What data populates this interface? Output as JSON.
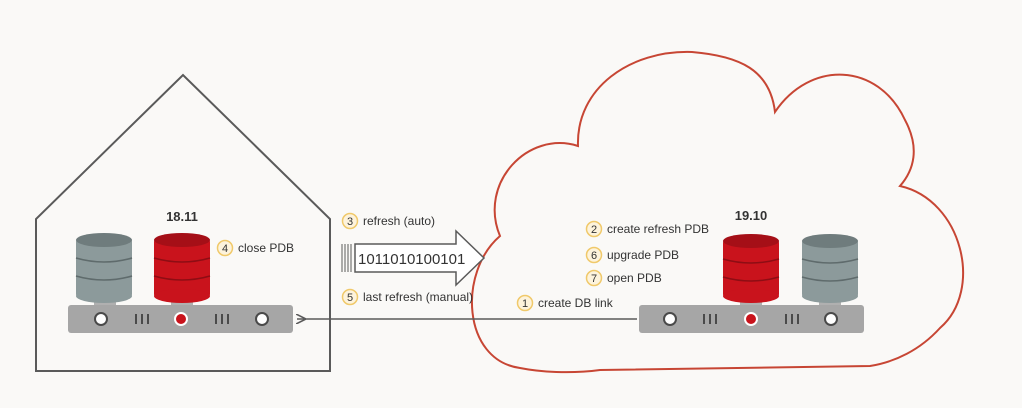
{
  "colors": {
    "background": "#faf9f7",
    "outline": "#5a5a5a",
    "cloud": "#c74634",
    "step_circle": "#f0c96a",
    "db_red": "#c9131c",
    "db_red_dark": "#8e0d14",
    "db_grey": "#8c9a9b",
    "db_grey_dark": "#5f6b6c",
    "server": "#a6a6a6"
  },
  "icons": {
    "house": "house-outline-icon",
    "cloud": "cloud-outline-icon",
    "database": "database-cylinder-icon",
    "server": "server-rack-icon",
    "transfer_arrow": "hollow-right-arrow-icon",
    "link_arrow": "left-arrow-icon"
  },
  "onprem": {
    "version": "18.11",
    "steps": [
      {
        "number": "4",
        "label": "close PDB"
      }
    ]
  },
  "transfer": {
    "bits": "1011010100101",
    "steps": [
      {
        "number": "3",
        "label": "refresh (auto)"
      },
      {
        "number": "5",
        "label": "last refresh (manual)"
      }
    ]
  },
  "cloud": {
    "version": "19.10",
    "steps": [
      {
        "number": "2",
        "label": "create refresh PDB"
      },
      {
        "number": "6",
        "label": "upgrade PDB"
      },
      {
        "number": "7",
        "label": "open PDB"
      },
      {
        "number": "1",
        "label": "create DB link"
      }
    ]
  }
}
